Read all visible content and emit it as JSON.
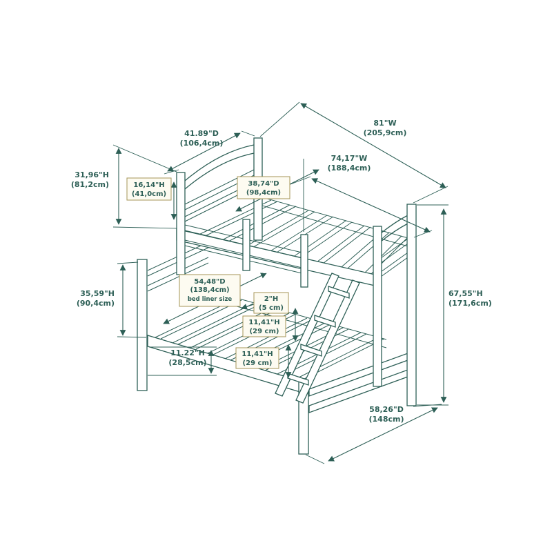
{
  "diagram": {
    "name": "bunk-bed-dimension-diagram",
    "colors": {
      "line": "#2d5f56",
      "box_border": "#a59457",
      "box_fill": "#fdfbf1",
      "background": "#ffffff"
    },
    "dims": {
      "top_depth": {
        "l1": "41.89\"D",
        "l2": "(106,4cm)"
      },
      "overall_width": {
        "l1": "81\"W",
        "l2": "(205,9cm)"
      },
      "slat_width": {
        "l1": "74,17\"W",
        "l2": "(188,4cm)"
      },
      "headboard_height": {
        "l1": "31,96\"H",
        "l2": "(81,2cm)"
      },
      "guardrail_height": {
        "l1": "16,14\"H",
        "l2": "(41,0cm)"
      },
      "top_inner_depth": {
        "l1": "38,74\"D",
        "l2": "(98,4cm)"
      },
      "lower_headboard_height": {
        "l1": "35,59\"H",
        "l2": "(90,4cm)"
      },
      "bed_liner": {
        "l1": "54,48\"D",
        "l2": "(138,4cm)",
        "l3": "bed liner size"
      },
      "slat_height": {
        "l1": "2\"H",
        "l2": "(5 cm)"
      },
      "ladder_step_1": {
        "l1": "11,41\"H",
        "l2": "(29 cm)"
      },
      "ladder_step_2": {
        "l1": "11,41\"H",
        "l2": "(29 cm)"
      },
      "base_height": {
        "l1": "11.22\"H",
        "l2": "(28,5cm)"
      },
      "total_height": {
        "l1": "67,55\"H",
        "l2": "(171,6cm)"
      },
      "bottom_depth": {
        "l1": "58,26\"D",
        "l2": "(148cm)"
      }
    }
  }
}
